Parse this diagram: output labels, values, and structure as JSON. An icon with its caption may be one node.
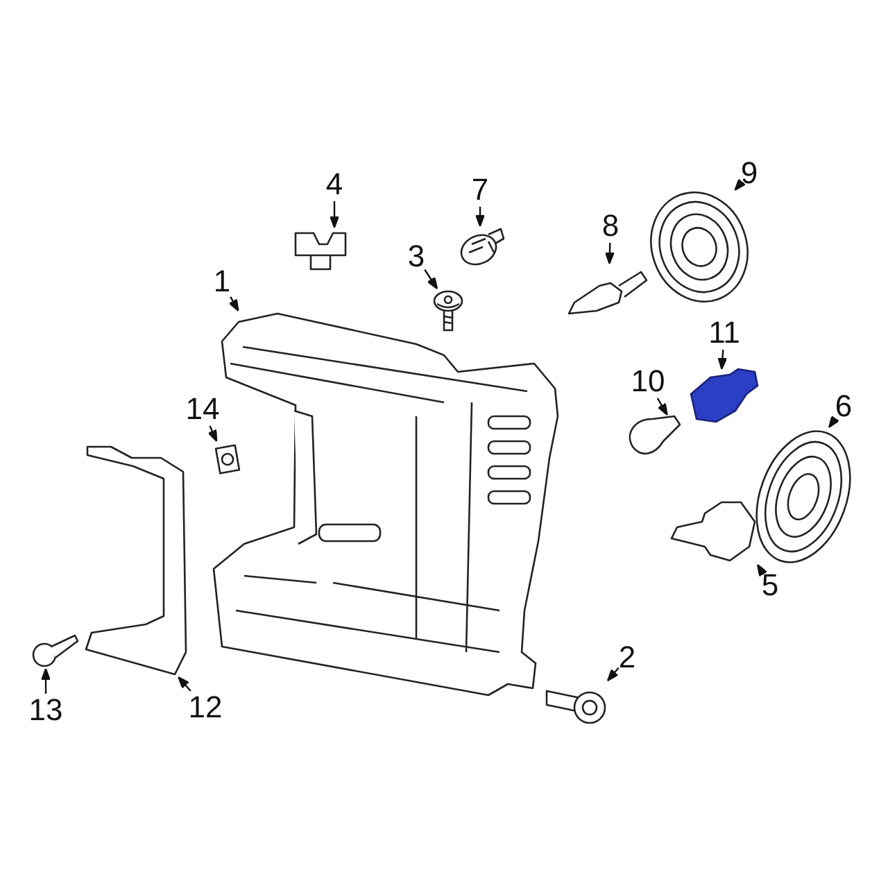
{
  "diagram": {
    "nodes": [
      {
        "text": [
          "4"
        ]
      },
      {
        "text": [
          "7"
        ]
      },
      {
        "text": [
          "9"
        ]
      },
      {
        "text": [
          "3"
        ]
      },
      {
        "text": [
          "8"
        ]
      },
      {
        "text": [
          "1"
        ]
      },
      {
        "text": [
          "11"
        ]
      },
      {
        "text": [
          "10"
        ]
      },
      {
        "text": [
          "14"
        ]
      },
      {
        "text": [
          "6"
        ]
      },
      {
        "text": [
          "5"
        ]
      },
      {
        "text": [
          "2"
        ]
      },
      {
        "text": [
          "13"
        ]
      },
      {
        "text": [
          "12"
        ]
      },
      {
        "text": [],
        "shape": "picture"
      },
      {
        "text": [],
        "shape": "picture"
      },
      {
        "text": [],
        "shape": "picture"
      },
      {
        "text": [],
        "shape": "picture"
      },
      {
        "text": [],
        "shape": "picture"
      },
      {
        "text": [],
        "shape": "picture"
      },
      {
        "text": [],
        "shape": "picture"
      },
      {
        "text": [],
        "shape": "picture"
      },
      {
        "text": [],
        "shape": "picture"
      },
      {
        "text": [],
        "shape": "picture"
      },
      {
        "text": [],
        "shape": "picture"
      },
      {
        "text": [],
        "shape": "picture"
      },
      {
        "text": [],
        "shape": "picture"
      },
      {
        "text": [],
        "shape": "picture"
      }
    ],
    "edges": [
      {
        "from": 0,
        "to": 14,
        "arrow": "to"
      },
      {
        "from": 1,
        "to": 15,
        "arrow": "to"
      },
      {
        "from": 2,
        "to": 16,
        "arrow": "to"
      },
      {
        "from": 3,
        "to": 17,
        "arrow": "to"
      },
      {
        "from": 4,
        "to": 18,
        "arrow": "to"
      },
      {
        "from": 5,
        "to": 19,
        "arrow": "to"
      },
      {
        "from": 6,
        "to": 20,
        "arrow": "to"
      },
      {
        "from": 7,
        "to": 21,
        "arrow": "to"
      },
      {
        "from": 8,
        "to": 22,
        "arrow": "to"
      },
      {
        "from": 9,
        "to": 23,
        "arrow": "to"
      },
      {
        "from": 10,
        "to": 24,
        "arrow": "to"
      },
      {
        "from": 11,
        "to": 25,
        "arrow": "to"
      },
      {
        "from": 12,
        "to": 26,
        "arrow": "to"
      },
      {
        "from": 13,
        "to": 27,
        "arrow": "to"
      }
    ]
  }
}
